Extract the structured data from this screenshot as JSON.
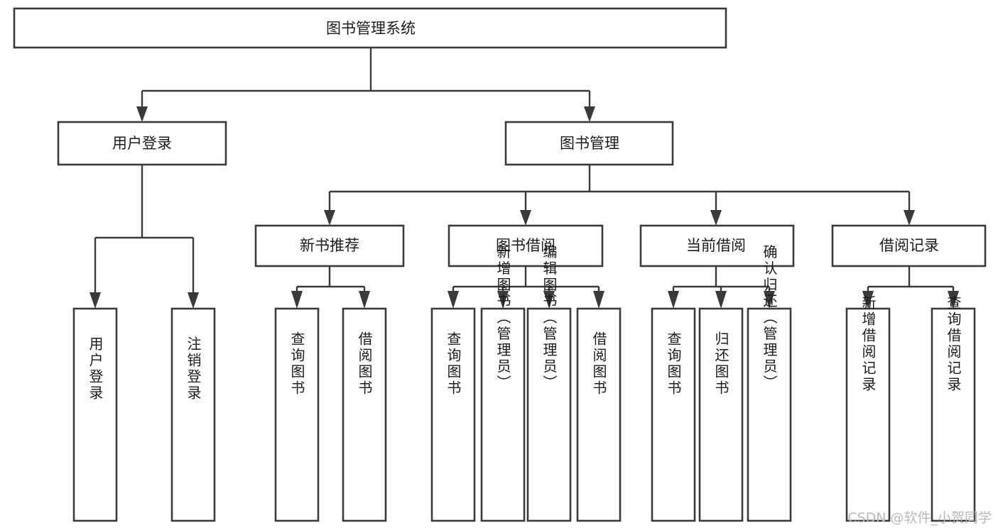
{
  "diagram": {
    "type": "tree",
    "title": "图书管理系统",
    "root": {
      "id": "root",
      "label": "图书管理系统"
    },
    "level2": [
      {
        "id": "user-login",
        "label": "用户登录"
      },
      {
        "id": "book-manage",
        "label": "图书管理"
      }
    ],
    "level3": [
      {
        "id": "new-book-recommend",
        "label": "新书推荐"
      },
      {
        "id": "book-borrow",
        "label": "图书借阅"
      },
      {
        "id": "current-borrow",
        "label": "当前借阅"
      },
      {
        "id": "borrow-record",
        "label": "借阅记录"
      }
    ],
    "leaves": {
      "user_login": [
        {
          "id": "leaf-user-login",
          "label": "用户登录"
        },
        {
          "id": "leaf-user-logout",
          "label": "注销登录"
        }
      ],
      "new_book_recommend": [
        {
          "id": "leaf-query-book-1",
          "label": "查询图书"
        },
        {
          "id": "leaf-borrow-book-1",
          "label": "借阅图书"
        }
      ],
      "book_borrow": [
        {
          "id": "leaf-query-book-2",
          "label": "查询图书"
        },
        {
          "id": "leaf-add-book",
          "label": "新增图书（管理员）"
        },
        {
          "id": "leaf-edit-book",
          "label": "编辑图书（管理员）"
        },
        {
          "id": "leaf-borrow-book-2",
          "label": "借阅图书"
        }
      ],
      "current_borrow": [
        {
          "id": "leaf-query-book-3",
          "label": "查询图书"
        },
        {
          "id": "leaf-return-book",
          "label": "归还图书"
        },
        {
          "id": "leaf-confirm-return",
          "label": "确认归还（管理员）"
        }
      ],
      "borrow_record": [
        {
          "id": "leaf-add-record",
          "label": "新增借阅记录"
        },
        {
          "id": "leaf-query-record",
          "label": "查询借阅记录"
        }
      ]
    }
  },
  "watermark": {
    "label": "CSDN @软件_小贺同学"
  },
  "colors": {
    "background": "#ffffff",
    "box_stroke": "#3a3a3a",
    "box_fill": "#ffffff",
    "text": "#1c1c1c",
    "watermark": "#b9b9b9"
  }
}
